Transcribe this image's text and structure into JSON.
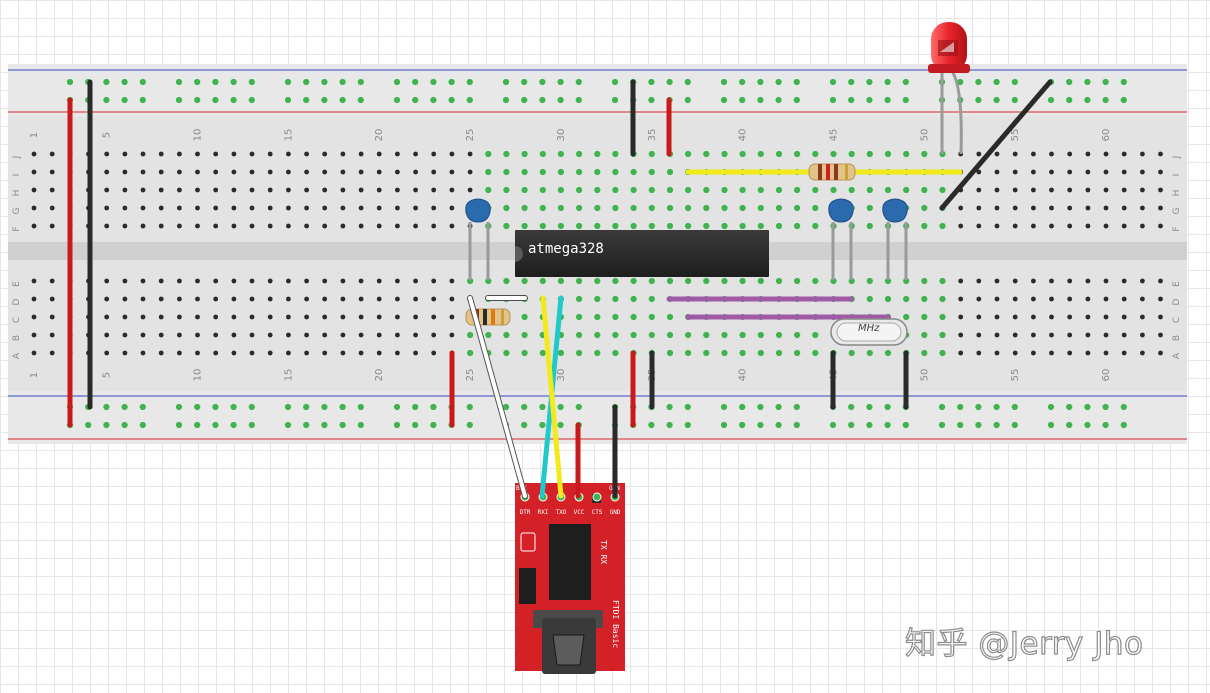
{
  "chip": {
    "label": "atmega328"
  },
  "crystal": {
    "label": "MHz"
  },
  "ftdi": {
    "title": "FTDI Basic",
    "status_leds": "TX RX",
    "pins": [
      "DTR",
      "RXI",
      "TXO",
      "VCC",
      "CTS",
      "GND"
    ],
    "corner_left": "BLK",
    "corner_right": "GRN"
  },
  "breadboard": {
    "row_letters_top": [
      "J",
      "I",
      "H",
      "G",
      "F"
    ],
    "row_letters_bottom": [
      "E",
      "D",
      "C",
      "B",
      "A"
    ],
    "column_numbers": [
      "1",
      "5",
      "10",
      "15",
      "20",
      "25",
      "30",
      "35",
      "40",
      "45",
      "50",
      "55",
      "60"
    ]
  },
  "watermark": "知乎 @Jerry Jho",
  "colors": {
    "red_wire": "#c8191b",
    "black_wire": "#2a2a2a",
    "yellow_wire": "#f2ea1b",
    "cyan_wire": "#21c9c9",
    "purple_wire": "#a05aa8",
    "connected_hole": "#3fb34f",
    "ftdi_board": "#d42027",
    "led": "#e8242a",
    "capacitor": "#2a6aad"
  }
}
